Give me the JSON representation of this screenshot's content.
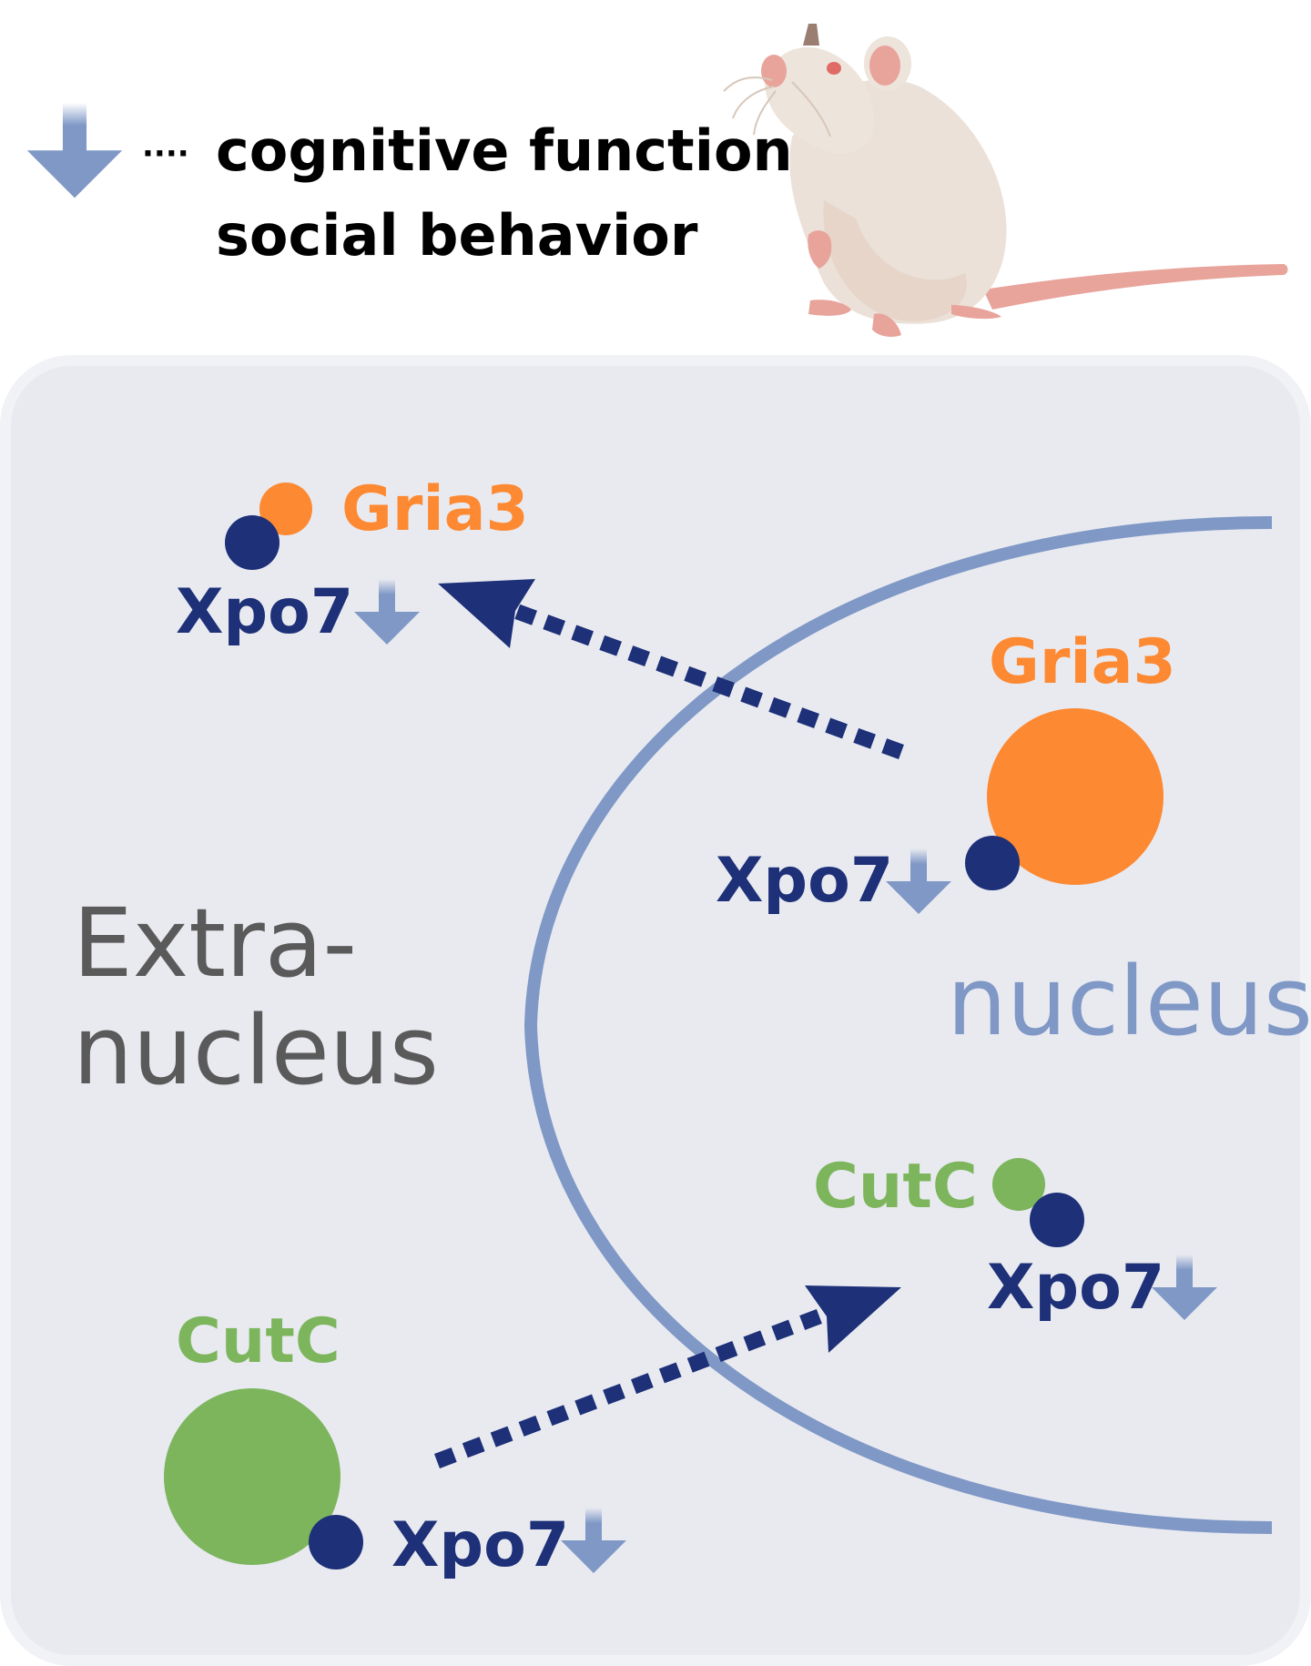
{
  "legend": {
    "icon": "down-arrow-icon",
    "separator": "····",
    "lines": [
      "cognitive function",
      "social behavior"
    ]
  },
  "illustration": {
    "icon": "rat-illustration"
  },
  "regions": {
    "extranucleus_line1": "Extra-",
    "extranucleus_line2": "nucleus",
    "nucleus": "nucleus"
  },
  "complexes": {
    "gria3_extranuclear": {
      "protein": "Gria3",
      "partner": "Xpo7",
      "partner_change": "decreased"
    },
    "gria3_nuclear": {
      "protein": "Gria3",
      "partner": "Xpo7",
      "partner_change": "decreased"
    },
    "cutc_nuclear": {
      "protein": "CutC",
      "partner": "Xpo7",
      "partner_change": "decreased"
    },
    "cutc_extranuclear": {
      "protein": "CutC",
      "partner": "Xpo7",
      "partner_change": "decreased"
    }
  },
  "transport": [
    {
      "from": "nucleus",
      "to": "extra-nucleus",
      "cargo": "Gria3"
    },
    {
      "from": "extra-nucleus",
      "to": "nucleus",
      "cargo": "CutC"
    }
  ],
  "colors": {
    "gria3": "#fd8932",
    "cutc": "#7db55d",
    "xpo7": "#1d3078",
    "down_arrow": "#7f98c6",
    "nucleus_membrane": "#7f98c6",
    "panel_fill": "#e9eaf0",
    "panel_border": "#f1f2f6",
    "region_text": "#5a5a5a",
    "legend_text": "#000000"
  }
}
